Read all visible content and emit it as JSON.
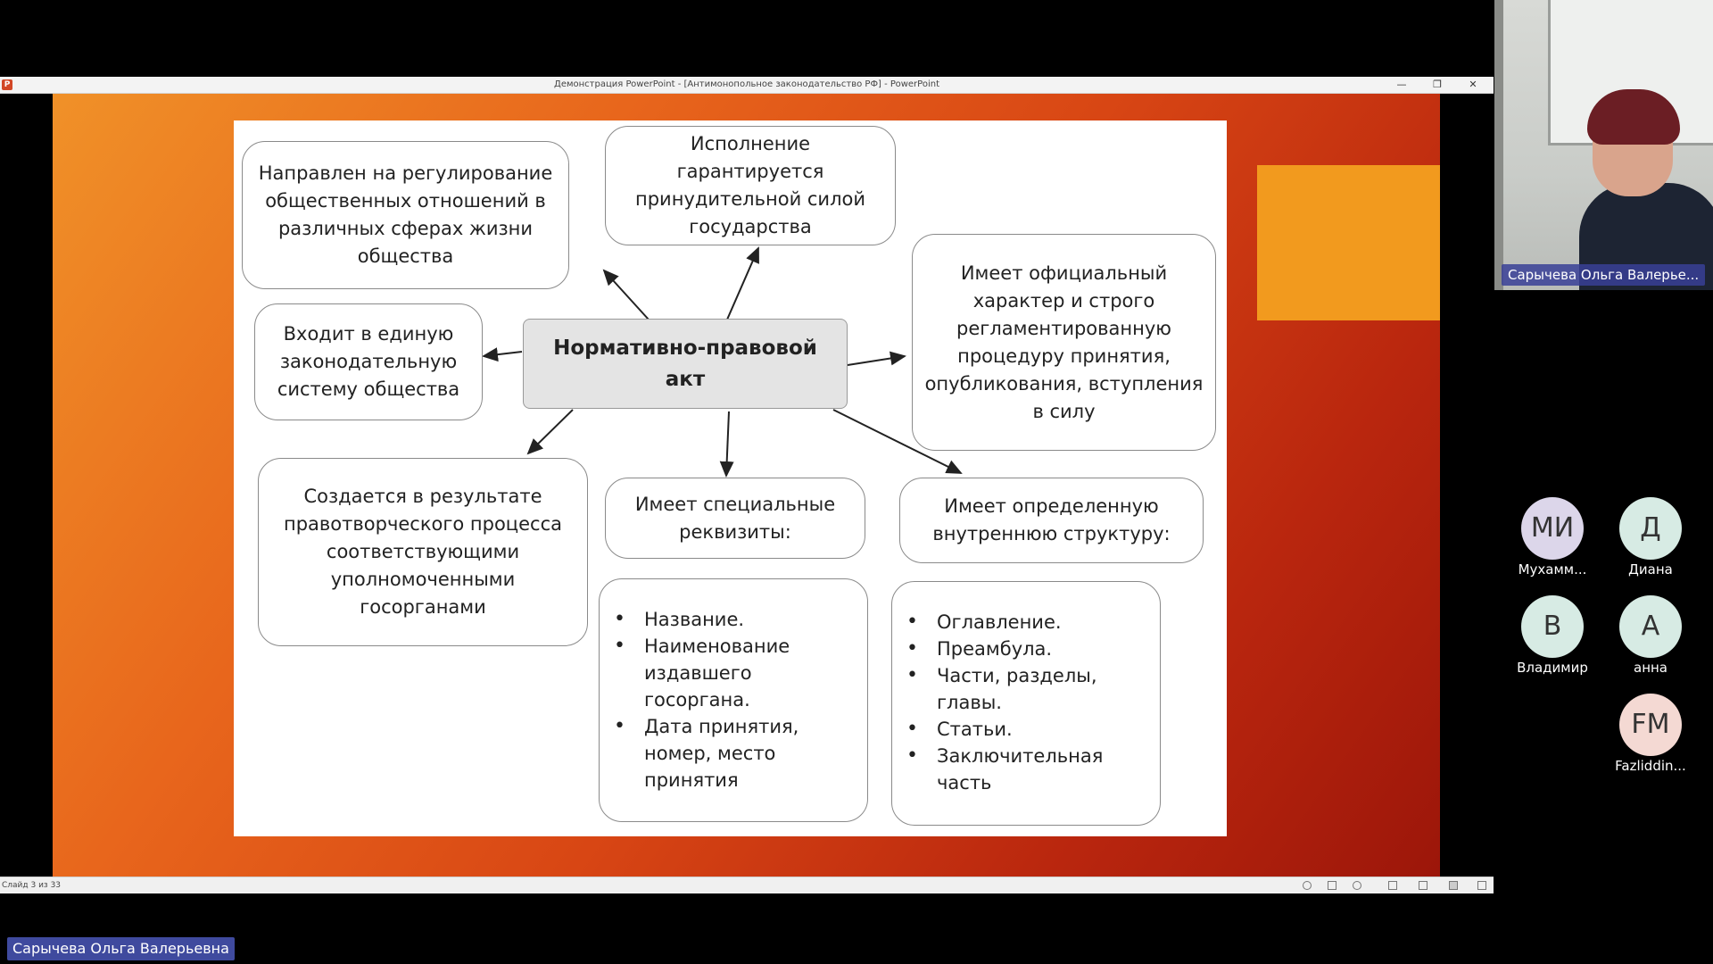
{
  "window": {
    "title": "Демонстрация PowerPoint - [Антимонопольное законодательство РФ] - PowerPoint",
    "app_icon_letter": "P",
    "minimize_glyph": "—",
    "maximize_glyph": "❐",
    "close_glyph": "✕"
  },
  "slide": {
    "center": "Нормативно-правовой акт",
    "box_regulation": "Направлен на регулирование общественных отношений в различных сферах жизни общества",
    "box_enforcement": "Исполнение гарантируется принудительной силой государства",
    "box_official": "Имеет официальный характер и строго регламентированную процедуру принятия, опубликования, вступления в силу",
    "box_system": "Входит в единую законодательную систему общества",
    "box_created": "Создается в результате правотворческого процесса соответствующими уполномоченными госорганами",
    "box_requisites": "Имеет специальные реквизиты:",
    "box_structure": "Имеет определенную внутреннюю структуру:",
    "requisites_list": [
      "Название.",
      "Наименование издавшего госоргана.",
      "Дата принятия, номер, место принятия"
    ],
    "structure_list": [
      "Оглавление.",
      "Преамбула.",
      "Части, разделы, главы.",
      "Статьи.",
      "Заключительная часть"
    ]
  },
  "statusbar": {
    "slide_counter": "Слайд 3 из 33"
  },
  "video": {
    "speaker_name": "Сарычева Ольга Валерье..."
  },
  "participants": [
    {
      "initials": "МИ",
      "name": "Мухамм...",
      "color": "#dcd6ea"
    },
    {
      "initials": "Д",
      "name": "Диана",
      "color": "#d7ebe4"
    },
    {
      "initials": "В",
      "name": "Владимир",
      "color": "#d7ebe4"
    },
    {
      "initials": "А",
      "name": "анна",
      "color": "#d7ebe4"
    },
    {
      "initials": "FM",
      "name": "Fazliddin...",
      "color": "#f4d9d3"
    }
  ],
  "bottom_label": "Сарычева Ольга Валерьевна"
}
